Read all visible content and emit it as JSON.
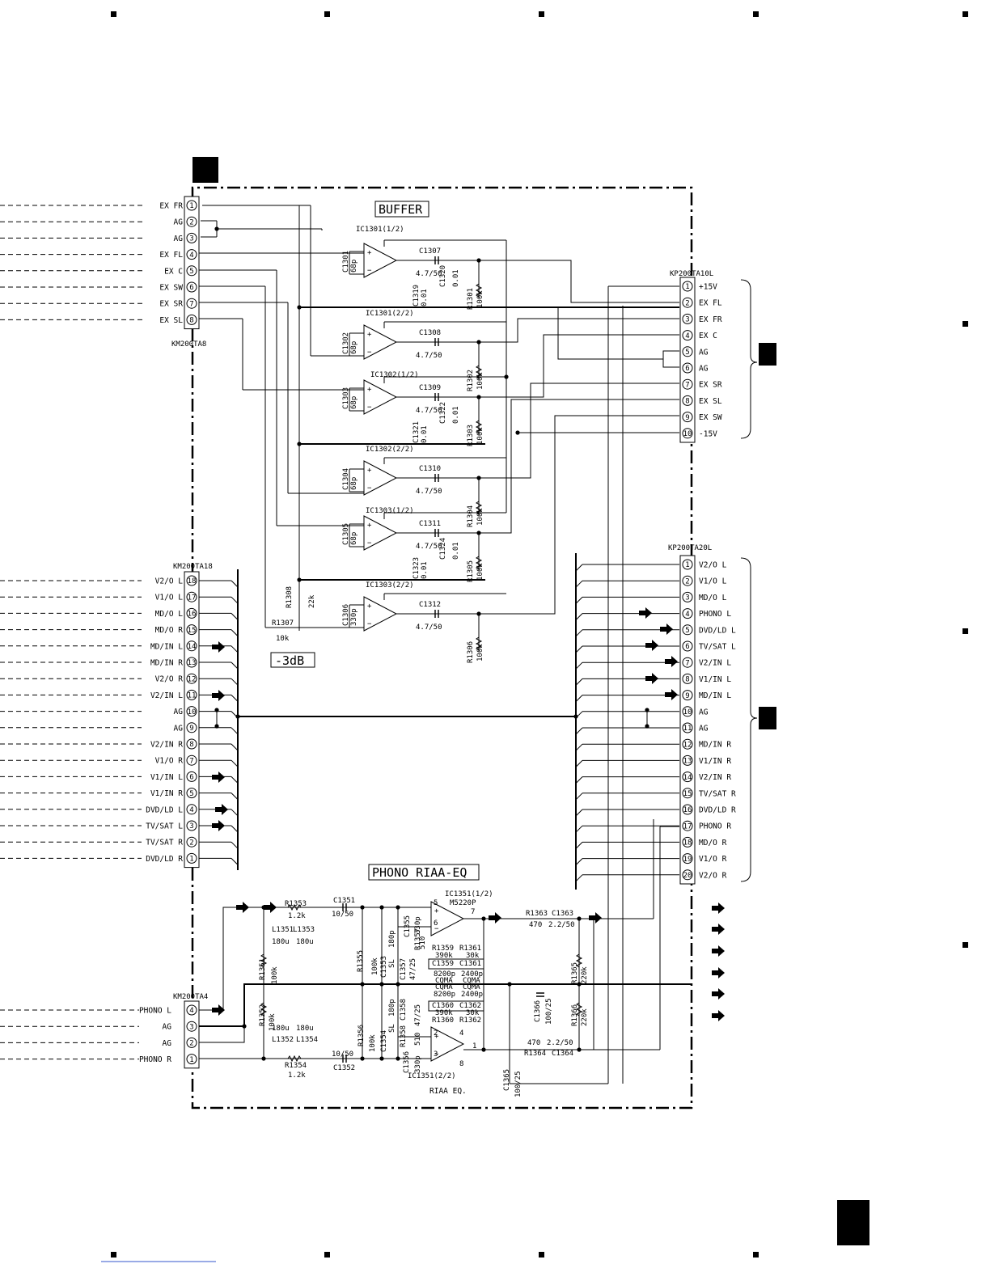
{
  "blocks": {
    "buffer_title": "BUFFER",
    "phono_title": "PHONO RIAA-EQ",
    "riaa_label": "RIAA EQ.",
    "db_label": "-3dB"
  },
  "connectors": {
    "km200ta8": {
      "name": "KM200TA8",
      "pins": [
        {
          "n": "1",
          "label": "EX FR"
        },
        {
          "n": "2",
          "label": "AG"
        },
        {
          "n": "3",
          "label": "AG"
        },
        {
          "n": "4",
          "label": "EX FL"
        },
        {
          "n": "5",
          "label": "EX C"
        },
        {
          "n": "6",
          "label": "EX SW"
        },
        {
          "n": "7",
          "label": "EX SR"
        },
        {
          "n": "8",
          "label": "EX SL"
        }
      ]
    },
    "km200ta18": {
      "name": "KM200TA18",
      "pins": [
        {
          "n": "18",
          "label": "V2/O L"
        },
        {
          "n": "17",
          "label": "V1/O L"
        },
        {
          "n": "16",
          "label": "MD/O L"
        },
        {
          "n": "15",
          "label": "MD/O R"
        },
        {
          "n": "14",
          "label": "MD/IN L"
        },
        {
          "n": "13",
          "label": "MD/IN R"
        },
        {
          "n": "12",
          "label": "V2/O R"
        },
        {
          "n": "11",
          "label": "V2/IN L"
        },
        {
          "n": "10",
          "label": "AG"
        },
        {
          "n": "9",
          "label": "AG"
        },
        {
          "n": "8",
          "label": "V2/IN R"
        },
        {
          "n": "7",
          "label": "V1/O R"
        },
        {
          "n": "6",
          "label": "V1/IN L"
        },
        {
          "n": "5",
          "label": "V1/IN R"
        },
        {
          "n": "4",
          "label": "DVD/LD L"
        },
        {
          "n": "3",
          "label": "TV/SAT L"
        },
        {
          "n": "2",
          "label": "TV/SAT R"
        },
        {
          "n": "1",
          "label": "DVD/LD R"
        }
      ]
    },
    "km200ta4": {
      "name": "KM200TA4",
      "pins": [
        {
          "n": "4",
          "label": "PHONO L"
        },
        {
          "n": "3",
          "label": "AG"
        },
        {
          "n": "2",
          "label": "AG"
        },
        {
          "n": "1",
          "label": "PHONO R"
        }
      ]
    },
    "kp200ta10l": {
      "name": "KP200TA10L",
      "pins": [
        {
          "n": "1",
          "label": "+15V"
        },
        {
          "n": "2",
          "label": "EX FL"
        },
        {
          "n": "3",
          "label": "EX FR"
        },
        {
          "n": "4",
          "label": "EX C"
        },
        {
          "n": "5",
          "label": "AG"
        },
        {
          "n": "6",
          "label": "AG"
        },
        {
          "n": "7",
          "label": "EX SR"
        },
        {
          "n": "8",
          "label": "EX SL"
        },
        {
          "n": "9",
          "label": "EX SW"
        },
        {
          "n": "10",
          "label": "-15V"
        }
      ]
    },
    "kp200ta20l": {
      "name": "KP200TA20L",
      "pins": [
        {
          "n": "1",
          "label": "V2/O L"
        },
        {
          "n": "2",
          "label": "V1/O L"
        },
        {
          "n": "3",
          "label": "MD/O L"
        },
        {
          "n": "4",
          "label": "PHONO L"
        },
        {
          "n": "5",
          "label": "DVD/LD L"
        },
        {
          "n": "6",
          "label": "TV/SAT L"
        },
        {
          "n": "7",
          "label": "V2/IN L"
        },
        {
          "n": "8",
          "label": "V1/IN L"
        },
        {
          "n": "9",
          "label": "MD/IN L"
        },
        {
          "n": "10",
          "label": "AG"
        },
        {
          "n": "11",
          "label": "AG"
        },
        {
          "n": "12",
          "label": "MD/IN R"
        },
        {
          "n": "13",
          "label": "V1/IN R"
        },
        {
          "n": "14",
          "label": "V2/IN R"
        },
        {
          "n": "15",
          "label": "TV/SAT R"
        },
        {
          "n": "16",
          "label": "DVD/LD R"
        },
        {
          "n": "17",
          "label": "PHONO R"
        },
        {
          "n": "18",
          "label": "MD/O R"
        },
        {
          "n": "19",
          "label": "V1/O R"
        },
        {
          "n": "20",
          "label": "V2/O R"
        }
      ]
    }
  },
  "ics": {
    "ic1301a": "IC1301(1/2)",
    "ic1301b": "IC1301(2/2)",
    "ic1302a": "IC1302(1/2)",
    "ic1302b": "IC1302(2/2)",
    "ic1303a": "IC1303(1/2)",
    "ic1303b": "IC1303(2/2)",
    "ic1351a": "IC1351(1/2)",
    "ic1351a_type": "M5220P",
    "ic1351b": "IC1351(2/2)"
  },
  "buffer_parts": [
    {
      "cap": "C1307",
      "cap_val": "4.7/50",
      "in_cap": "C1301",
      "in_val": "68p",
      "r": "R1301",
      "r_val": "100k",
      "dec1": "C1319",
      "dec1_val": "0.01",
      "dec2": "C1320",
      "dec2_val": "0.01"
    },
    {
      "cap": "C1308",
      "cap_val": "4.7/50",
      "in_cap": "C1302",
      "in_val": "68p",
      "r": "R1302",
      "r_val": "100k"
    },
    {
      "cap": "C1309",
      "cap_val": "4.7/50",
      "in_cap": "C1303",
      "in_val": "68p",
      "r": "R1303",
      "r_val": "100k",
      "dec1": "C1321",
      "dec1_val": "0.01",
      "dec2": "C1322",
      "dec2_val": "0.01"
    },
    {
      "cap": "C1310",
      "cap_val": "4.7/50",
      "in_cap": "C1304",
      "in_val": "68p",
      "r": "R1304",
      "r_val": "100k"
    },
    {
      "cap": "C1311",
      "cap_val": "4.7/50",
      "in_cap": "C1305",
      "in_val": "68p",
      "r": "R1305",
      "r_val": "100k",
      "dec1": "C1323",
      "dec1_val": "0.01",
      "dec2": "C1324",
      "dec2_val": "0.01"
    },
    {
      "cap": "C1312",
      "cap_val": "4.7/50",
      "in_cap": "C1306",
      "in_val": "330p",
      "r": "R1306",
      "r_val": "100k"
    }
  ],
  "sw_divider": {
    "r1": "R1308",
    "r1_val": "22k",
    "r2": "R1307",
    "r2_val": "10k"
  },
  "phono_parts": {
    "R1353": "R1353",
    "R1353_val": "1.2k",
    "C1351": "C1351",
    "C1351_val": "10/50",
    "L1351": "L1351",
    "L1351_val": "180u",
    "L1353": "L1353",
    "L1353_val": "180u",
    "R1351": "R1351",
    "R1351_val": "100k",
    "R1355": "R1355",
    "R1355_val": "100k",
    "C1353": "C1353",
    "C1353_val": "180p",
    "C1353_type": "SL",
    "C1355": "C1355",
    "C1355_val": "330p",
    "R1357": "R1357",
    "R1357_val": "510",
    "C1357": "C1357",
    "C1357_val": "47/25",
    "R1359": "R1359",
    "R1359_val": "390k",
    "R1361": "R1361",
    "R1361_val": "30k",
    "C1359": "C1359",
    "C1359_val": "8200p",
    "C1359_type": "CQMA",
    "C1361": "C1361",
    "C1361_val": "2400p",
    "C1361_type": "CQMA",
    "R1363": "R1363",
    "R1363_val": "470",
    "C1363": "C1363",
    "C1363_val": "2.2/50",
    "R1365": "R1365",
    "R1365_val": "220k",
    "R1366": "R1366",
    "R1366_val": "220k",
    "C1366": "C1366",
    "C1366_val": "100/25",
    "C1365": "C1365",
    "C1365_val": "100/25",
    "R1352": "R1352",
    "R1352_val": "100k",
    "L1352": "L1352",
    "L1352_val": "180u",
    "L1354": "L1354",
    "L1354_val": "180u",
    "R1354": "R1354",
    "R1354_val": "1.2k",
    "C1352": "C1352",
    "C1352_val": "10/50",
    "R1356": "R1356",
    "R1356_val": "100k",
    "C1354": "C1354",
    "C1354_val": "180p",
    "C1354_type": "SL",
    "C1356": "C1356",
    "C1356_val": "330p",
    "R1358": "R1358",
    "R1358_val": "510",
    "C1358": "C1358",
    "C1358_val": "47/25",
    "R1360": "R1360",
    "R1360_val": "390k",
    "R1362": "R1362",
    "R1362_val": "30k",
    "C1360": "C1360",
    "C1360_val": "8200p",
    "C1360_type": "CQMA",
    "C1362": "C1362",
    "C1362_val": "2400p",
    "C1362_type": "CQMA",
    "R1364": "R1364",
    "R1364_val": "470",
    "C1364": "C1364",
    "C1364_val": "2.2/50"
  }
}
